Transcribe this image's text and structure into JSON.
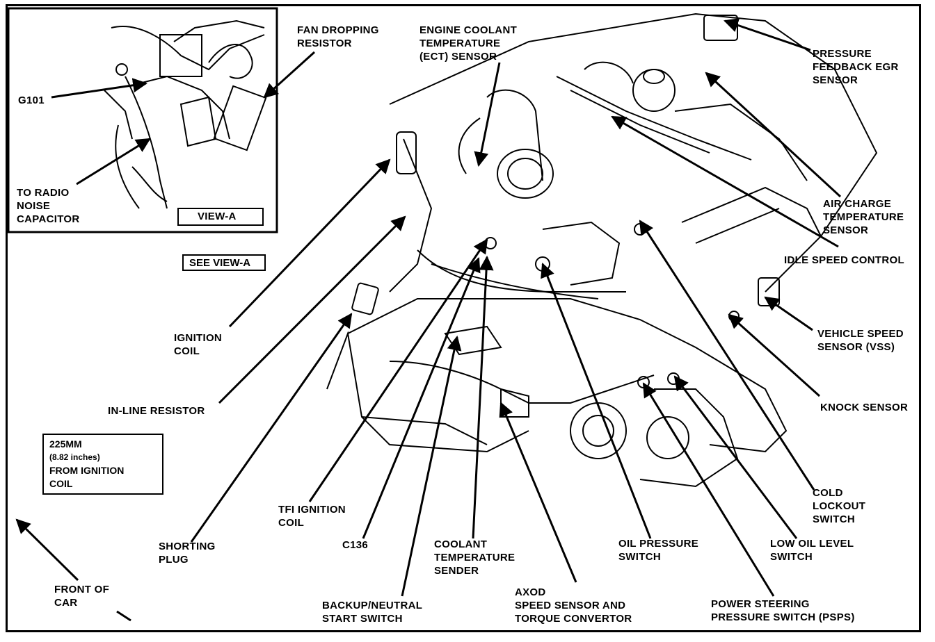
{
  "labels": {
    "fan_dropping_resistor": [
      "FAN DROPPING",
      "RESISTOR"
    ],
    "ect_sensor": [
      "ENGINE COOLANT",
      "TEMPERATURE",
      "(ECT) SENSOR"
    ],
    "pressure_feedback_egr": [
      "PRESSURE",
      "FEEDBACK EGR",
      "SENSOR"
    ],
    "g101": [
      "G101"
    ],
    "radio_noise_capacitor": [
      "TO RADIO",
      "NOISE",
      "CAPACITOR"
    ],
    "view_a": "VIEW-A",
    "see_view_a": "SEE VIEW-A",
    "air_charge_temp": [
      "AIR CHARGE",
      "TEMPERATURE",
      "SENSOR"
    ],
    "idle_speed_control": [
      "IDLE SPEED CONTROL"
    ],
    "ignition_coil": [
      "IGNITION",
      "COIL"
    ],
    "vehicle_speed_sensor": [
      "VEHICLE SPEED",
      "SENSOR (VSS)"
    ],
    "in_line_resistor": [
      "IN-LINE RESISTOR"
    ],
    "knock_sensor": [
      "KNOCK SENSOR"
    ],
    "distance_note": [
      "225MM",
      "(8.82 inches)",
      "FROM IGNITION",
      "COIL"
    ],
    "cold_lockout_switch": [
      "COLD",
      "LOCKOUT",
      "SWITCH"
    ],
    "tfi_ignition_coil": [
      "TFI IGNITION",
      "COIL"
    ],
    "shorting_plug": [
      "SHORTING",
      "PLUG"
    ],
    "c136": [
      "C136"
    ],
    "coolant_temp_sender": [
      "COOLANT",
      "TEMPERATURE",
      "SENDER"
    ],
    "oil_pressure_switch": [
      "OIL PRESSURE",
      "SWITCH"
    ],
    "low_oil_level_switch": [
      "LOW OIL LEVEL",
      "SWITCH"
    ],
    "front_of_car": [
      "FRONT OF",
      "CAR"
    ],
    "backup_neutral_switch": [
      "BACKUP/NEUTRAL",
      "START SWITCH"
    ],
    "axod_speed_sensor": [
      "AXOD",
      "SPEED SENSOR AND",
      "TORQUE CONVERTOR"
    ],
    "power_steering_switch": [
      "POWER STEERING",
      "PRESSURE SWITCH (PSPS)"
    ]
  }
}
